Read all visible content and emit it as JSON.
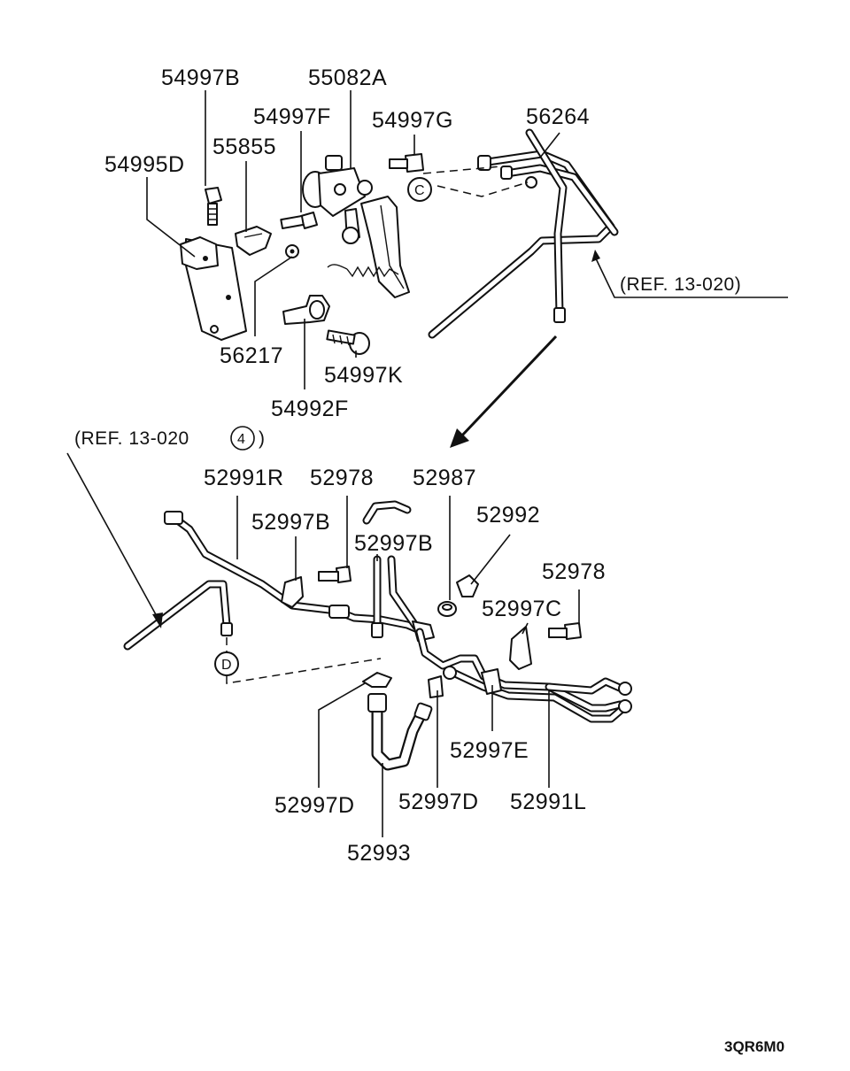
{
  "labels": {
    "l_54997B_top": "54997B",
    "l_55082A": "55082A",
    "l_54997F": "54997F",
    "l_54997G": "54997G",
    "l_56264": "56264",
    "l_55855": "55855",
    "l_54995D": "54995D",
    "l_56217": "56217",
    "l_54997K": "54997K",
    "l_54992F": "54992F",
    "l_52991R": "52991R",
    "l_52978_a": "52978",
    "l_52987": "52987",
    "l_52992": "52992",
    "l_52997B_a": "52997B",
    "l_52997B_b": "52997B",
    "l_52978_b": "52978",
    "l_52997C": "52997C",
    "l_52997E": "52997E",
    "l_52997D_a": "52997D",
    "l_52997D_b": "52997D",
    "l_52991L": "52991L",
    "l_52993": "52993"
  },
  "references": {
    "ref_upper": "(REF. 13-020)",
    "ref_lower_prefix": "(REF. 13-020",
    "ref_lower_circle": "4",
    "ref_lower_suffix": ")"
  },
  "markers": {
    "marker_c": "C",
    "marker_d": "D"
  },
  "diagram_code": "3QR6M0"
}
